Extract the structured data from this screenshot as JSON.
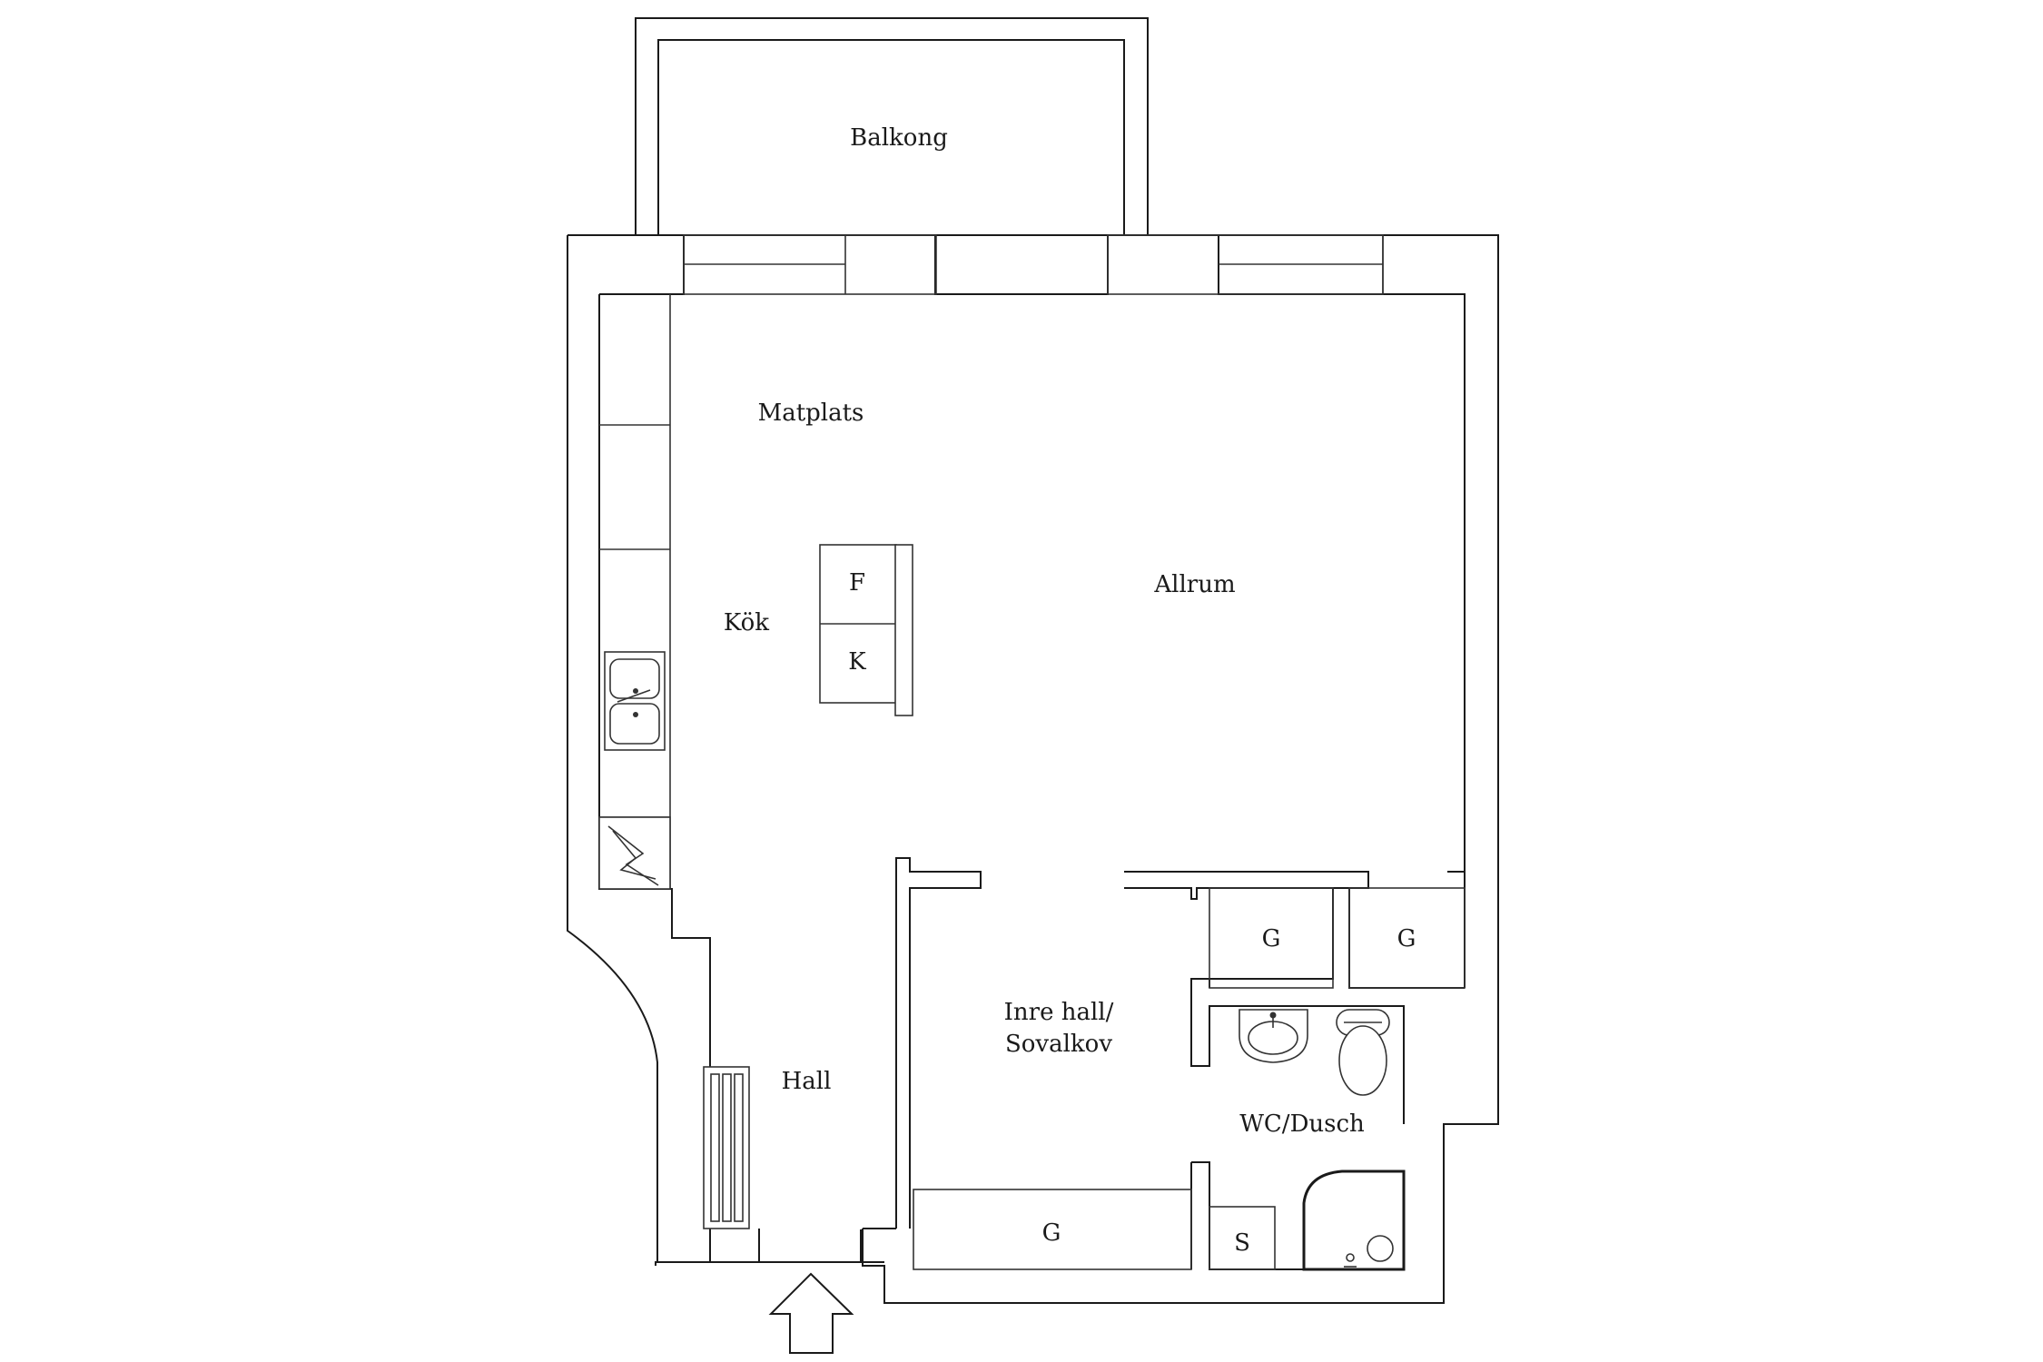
{
  "rooms": {
    "balcony": "Balkong",
    "dining": "Matplats",
    "kitchen": "Kök",
    "living": "Allrum",
    "inner_hall_line1": "Inre hall/",
    "inner_hall_line2": "Sovalkov",
    "hall": "Hall",
    "bathroom": "WC/Dusch"
  },
  "markers": {
    "fridge": "F",
    "freezer": "K",
    "wardrobe_left": "G",
    "wardrobe_right": "G",
    "wardrobe_bottom": "G",
    "storage": "S"
  },
  "icons": {
    "entrance": "entrance-arrow-icon",
    "sink": "kitchen-sink-icon",
    "stove": "stove-icon",
    "radiator": "radiator-icon",
    "washbasin": "washbasin-icon",
    "toilet": "toilet-icon",
    "shower": "shower-icon"
  }
}
